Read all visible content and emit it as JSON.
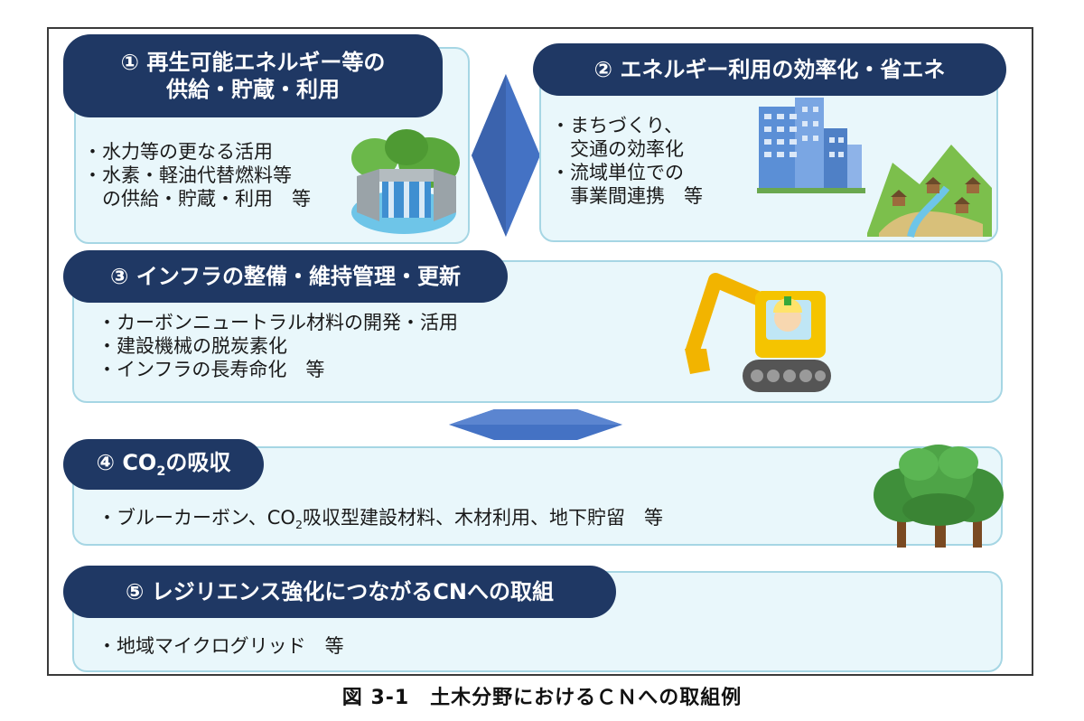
{
  "figure": {
    "caption": "図 3-1　土木分野におけるＣＮへの取組例",
    "arrow_color": "#4472c4",
    "header_color": "#1f3864",
    "box_fill": "#e9f7fb",
    "box_border": "#a6d6e4"
  },
  "sections": [
    {
      "title_lines": [
        "① 再生可能エネルギー等の",
        "供給・貯蔵・利用"
      ],
      "items": [
        "・水力等の更なる活用",
        "・水素・軽油代替燃料等",
        "の供給・貯蔵・利用　等"
      ],
      "illustration": "dam-icon"
    },
    {
      "title_lines": [
        "② エネルギー利用の効率化・省エネ"
      ],
      "items": [
        "・まちづくり、",
        "交通の効率化",
        "・流域単位での",
        "事業間連携　等"
      ],
      "illustration": "city-and-village-icon"
    },
    {
      "title_lines": [
        "③ インフラの整備・維持管理・更新"
      ],
      "items": [
        "・カーボンニュートラル材料の開発・活用",
        "・建設機械の脱炭素化",
        "・インフラの長寿命化　等"
      ],
      "illustration": "excavator-icon"
    },
    {
      "title_prefix": "④ CO",
      "title_sub": "2",
      "title_suffix": "の吸収",
      "item_a": "・ブルーカーボン、CO",
      "item_sub": "2",
      "item_b": "吸収型建設材料、木材利用、地下貯留　等",
      "illustration": "forest-icon"
    },
    {
      "title_lines": [
        "⑤ レジリエンス強化につながるCNへの取組"
      ],
      "items": [
        "・地域マイクログリッド　等"
      ]
    }
  ]
}
